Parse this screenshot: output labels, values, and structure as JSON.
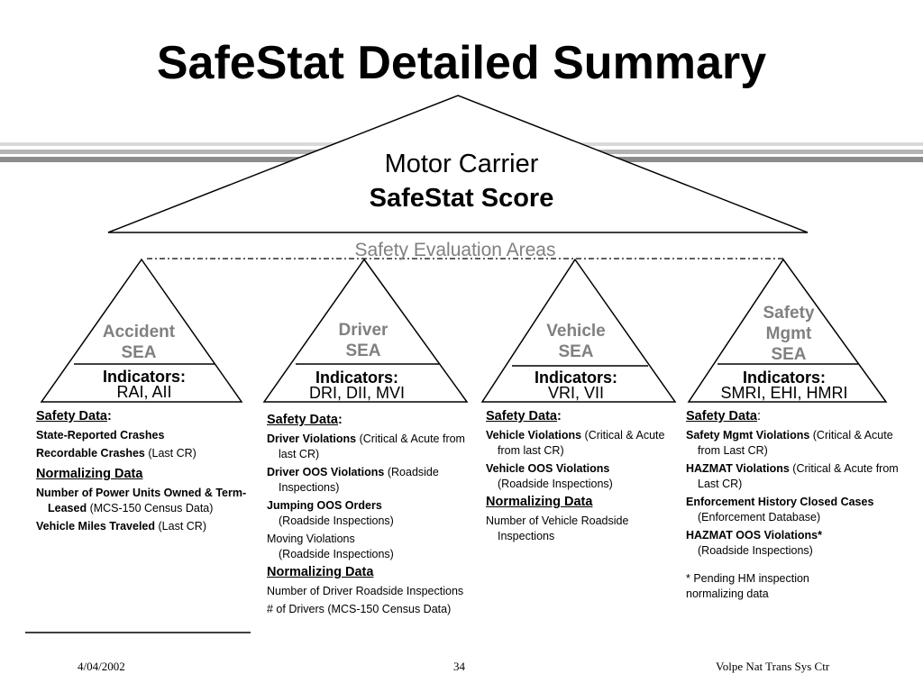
{
  "slide_title": "SafeStat Detailed Summary",
  "top": {
    "line1": "Motor Carrier",
    "line2": "SafeStat Score"
  },
  "sea_label": "Safety Evaluation Areas",
  "areas": [
    {
      "sea": [
        "Accident",
        "SEA"
      ],
      "ind_title": "Indicators:",
      "ind_list": "RAI, AII"
    },
    {
      "sea": [
        "Driver",
        "SEA"
      ],
      "ind_title": "Indicators:",
      "ind_list": "DRI, DII, MVI"
    },
    {
      "sea": [
        "Vehicle",
        "SEA"
      ],
      "ind_title": "Indicators:",
      "ind_list": "VRI, VII"
    },
    {
      "sea": [
        "Safety",
        "Mgmt",
        "SEA"
      ],
      "ind_title": "Indicators:",
      "ind_list": "SMRI, EHI, HMRI"
    }
  ],
  "col1": {
    "h1": "Safety Data",
    "h1_colon": ":",
    "i1": "State-Reported Crashes",
    "i2_b": "Recordable Crashes",
    "i2_n": " (Last CR)",
    "h2": "Normalizing Data",
    "i3_b": "Number of Power Units Owned & Term-Leased",
    "i3_n": " (MCS-150 Census Data)",
    "i4_b": "Vehicle Miles Traveled",
    "i4_n": " (Last CR)"
  },
  "col2": {
    "h1": "Safety Data",
    "h1_colon": ":",
    "i1_b": "Driver Violations",
    "i1_n": " (Critical & Acute from last CR)",
    "i2_b": "Driver OOS Violations",
    "i2_n": " (Roadside Inspections)",
    "i3_b": "Jumping OOS Orders",
    "i3_n": "(Roadside Inspections)",
    "i4_t": "Moving Violations",
    "i4_n": "(Roadside Inspections)",
    "h2": "Normalizing Data",
    "i5": "Number of Driver Roadside Inspections",
    "i6": "# of Drivers (MCS-150 Census Data)"
  },
  "col3": {
    "h1": "Safety Data",
    "h1_colon": ":",
    "i1_b": "Vehicle Violations",
    "i1_n": " (Critical & Acute from last CR)",
    "i2_b": "Vehicle OOS Violations",
    "i2_n": "(Roadside Inspections)",
    "h2": "Normalizing Data",
    "i3": "Number of Vehicle Roadside Inspections"
  },
  "col4": {
    "h1": "Safety Data",
    "h1_colon": ":",
    "i1_b": "Safety Mgmt Violations",
    "i1_n": " (Critical & Acute from Last CR)",
    "i2_b": "HAZMAT Violations",
    "i2_n": " (Critical & Acute from Last CR)",
    "i3_b": "Enforcement History Closed Cases",
    "i3_n": "(Enforcement Database)",
    "i4_b": "HAZMAT OOS Violations*",
    "i4_n": "(Roadside Inspections)",
    "note": "* Pending HM inspection normalizing data"
  },
  "footer": {
    "date": "4/04/2002",
    "page": "34",
    "org": "Volpe Nat Trans Sys Ctr"
  },
  "colors": {
    "sea_text": "#808080",
    "band_light": "#d9d9d9",
    "band_mid": "#b3b3b3",
    "band_dark": "#8c8c8c"
  }
}
